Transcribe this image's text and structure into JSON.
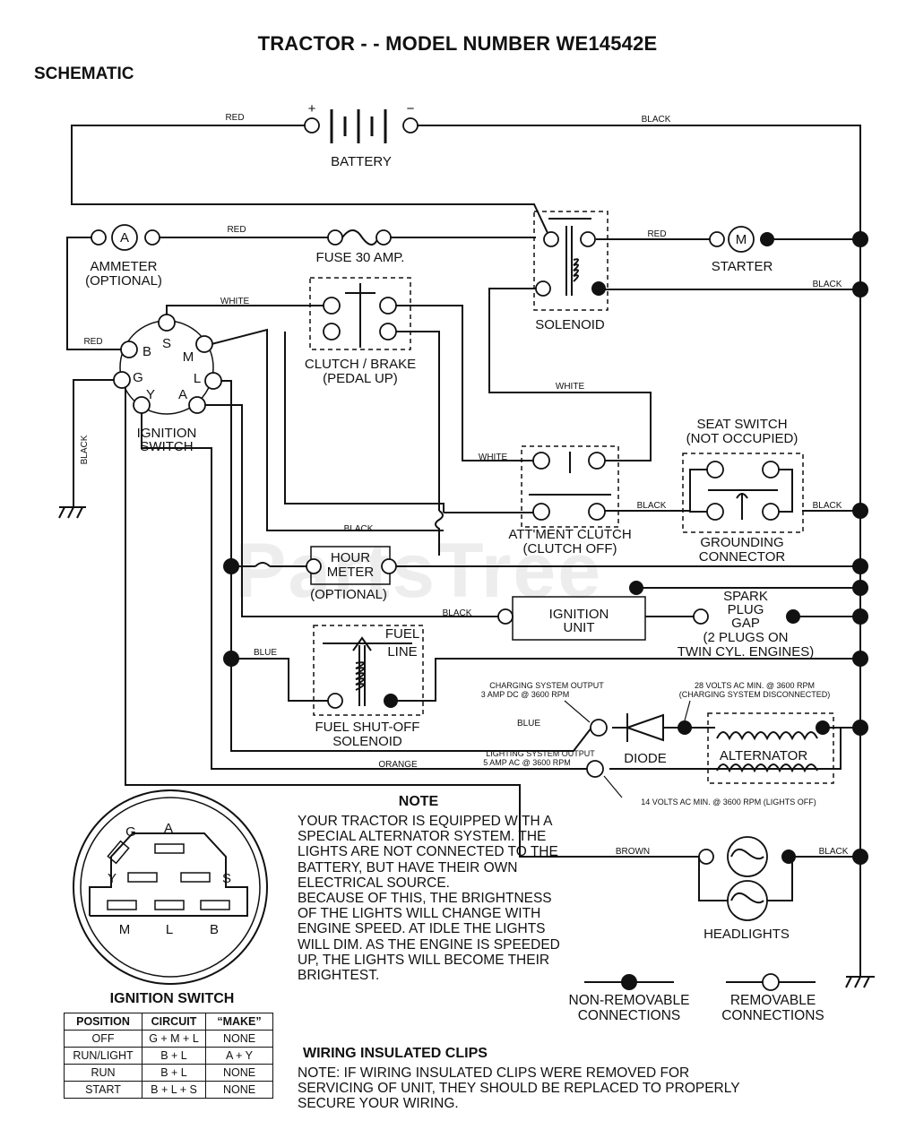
{
  "title": "TRACTOR - - MODEL NUMBER WE14542E",
  "section": "SCHEMATIC",
  "watermark": "PartsTree",
  "components": {
    "battery": "BATTERY",
    "battery_pos": "+",
    "battery_neg": "−",
    "ammeter_line1": "AMMETER",
    "ammeter_line2": "(OPTIONAL)",
    "ammeter_symbol": "A",
    "fuse": "FUSE 30 AMP.",
    "solenoid": "SOLENOID",
    "starter": "STARTER",
    "starter_symbol": "M",
    "clutch_brake_line1": "CLUTCH / BRAKE",
    "clutch_brake_line2": "(PEDAL UP)",
    "ignition_switch_line1": "IGNITION",
    "ignition_switch_line2": "SWITCH",
    "seat_switch_line1": "SEAT SWITCH",
    "seat_switch_line2": "(NOT OCCUPIED)",
    "attment_clutch_line1": "ATT'MENT CLUTCH",
    "attment_clutch_line2": "(CLUTCH OFF)",
    "grounding_line1": "GROUNDING",
    "grounding_line2": "CONNECTOR",
    "hour_meter_line1": "HOUR",
    "hour_meter_line2": "METER",
    "hour_meter_line3": "(OPTIONAL)",
    "ignition_unit_line1": "IGNITION",
    "ignition_unit_line2": "UNIT",
    "spark_line1": "SPARK",
    "spark_line2": "PLUG",
    "spark_line3": "GAP",
    "spark_line4": "(2 PLUGS ON",
    "spark_line5": "TWIN CYL. ENGINES)",
    "fuel_line1": "FUEL",
    "fuel_line2": "LINE",
    "fuel_solenoid_line1": "FUEL SHUT-OFF",
    "fuel_solenoid_line2": "SOLENOID",
    "diode": "DIODE",
    "alternator": "ALTERNATOR",
    "headlights": "HEADLIGHTS"
  },
  "terminals": [
    "B",
    "S",
    "M",
    "G",
    "L",
    "Y",
    "A"
  ],
  "wires": {
    "red": "RED",
    "black": "BLACK",
    "white": "WHITE",
    "blue": "BLUE",
    "orange": "ORANGE",
    "brown": "BROWN"
  },
  "charging": {
    "output_line1": "CHARGING SYSTEM OUTPUT",
    "output_line2": "3 AMP DC @ 3600 RPM",
    "ac_line1": "28 VOLTS AC MIN. @ 3600 RPM",
    "ac_line2": "(CHARGING SYSTEM DISCONNECTED)",
    "lighting_line1": "LIGHTING SYSTEM OUTPUT",
    "lighting_line2": "5 AMP AC @ 3600 RPM",
    "lights_off": "14 VOLTS AC MIN. @ 3600 RPM (LIGHTS OFF)"
  },
  "note": {
    "heading": "NOTE",
    "p1": "YOUR TRACTOR IS EQUIPPED WITH A SPECIAL ALTERNATOR SYSTEM. THE LIGHTS ARE NOT CONNECTED TO THE BATTERY, BUT HAVE THEIR OWN ELECTRICAL SOURCE.",
    "p2": "BECAUSE OF THIS, THE BRIGHTNESS OF THE LIGHTS WILL CHANGE WITH ENGINE SPEED. AT IDLE THE LIGHTS WILL DIM. AS THE ENGINE IS SPEEDED UP, THE LIGHTS WILL BECOME THEIR BRIGHTEST."
  },
  "legend": {
    "non_removable": "NON-REMOVABLE CONNECTIONS",
    "removable": "REMOVABLE CONNECTIONS"
  },
  "clips": {
    "heading": "WIRING INSULATED CLIPS",
    "note": "NOTE: IF WIRING INSULATED CLIPS WERE REMOVED FOR SERVICING OF UNIT, THEY SHOULD BE REPLACED TO PROPERLY SECURE YOUR WIRING."
  },
  "ignition_switch": {
    "title": "IGNITION SWITCH",
    "headers": [
      "POSITION",
      "CIRCUIT",
      "“MAKE”"
    ],
    "rows": [
      [
        "OFF",
        "G + M + L",
        "NONE"
      ],
      [
        "RUN/LIGHT",
        "B + L",
        "A + Y"
      ],
      [
        "RUN",
        "B + L",
        "NONE"
      ],
      [
        "START",
        "B + L + S",
        "NONE"
      ]
    ],
    "face_labels": [
      "G",
      "A",
      "Y",
      "S",
      "M",
      "L",
      "B"
    ]
  }
}
